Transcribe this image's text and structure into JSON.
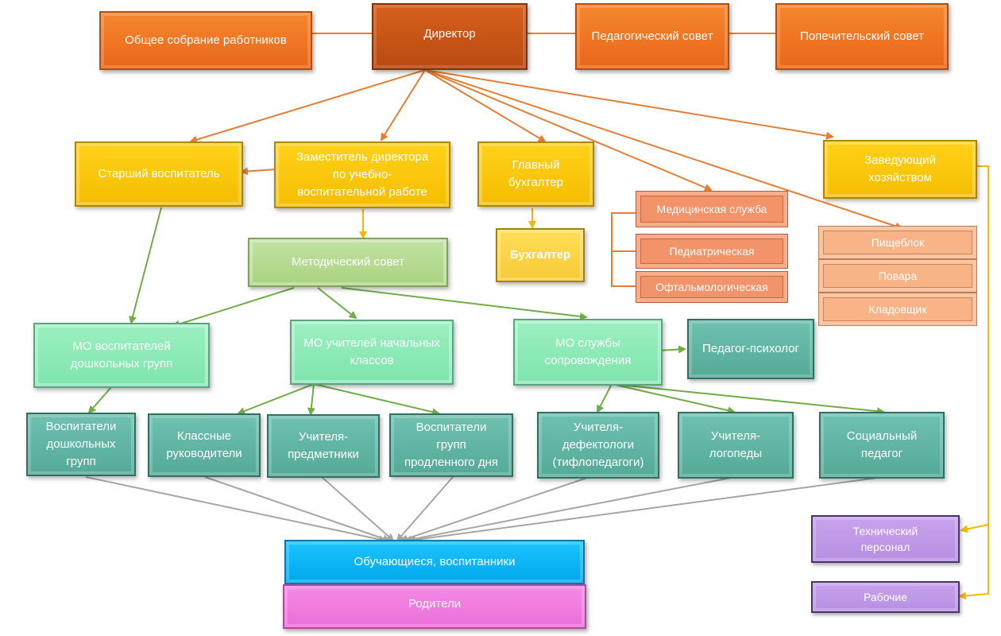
{
  "top": {
    "general_meeting": "Общее собрание работников",
    "director": "Директор",
    "pedagogical_council": "Педагогический совет",
    "board_of_trustees": "Попечительский совет"
  },
  "management": {
    "senior_educator": "Старший воспитатель",
    "deputy_director": [
      "Заместитель директора",
      "по учебно-",
      "воспитательной работе"
    ],
    "chief_accountant": [
      "Главный",
      "бухгалтер"
    ],
    "accountant": "Бухгалтер",
    "supply_manager": [
      "Заведующий",
      "хозяйством"
    ]
  },
  "medical": {
    "medical_service": "Медицинская служба",
    "pediatric": "Педиатрическая",
    "ophthalmologic": "Офтальмологическая"
  },
  "catering": {
    "canteen": "Пищеблок",
    "cooks": "Повара",
    "storekeeper": "Кладовщик"
  },
  "methodical_council": "Методический совет",
  "mo": {
    "preschool": [
      "МО воспитателей",
      "дошкольных групп"
    ],
    "primary": [
      "МО учителей начальных",
      "классов"
    ],
    "support": [
      "МО службы",
      "сопровождения"
    ],
    "psychologist": "Педагог-психолог"
  },
  "staff": {
    "preschool_educators": [
      "Воспитатели",
      "дошкольных",
      "групп"
    ],
    "class_teachers": [
      "Классные",
      "руководители"
    ],
    "subject_teachers": [
      "Учителя-",
      "предметники"
    ],
    "extended_day": [
      "Воспитатели",
      "групп",
      "продленного дня"
    ],
    "defectologists": [
      "Учителя-",
      "дефектологи",
      "(тифлопедагоги)"
    ],
    "speech_therapists": [
      "Учителя-",
      "логопеды"
    ],
    "social_pedagogue": [
      "Социальный",
      "педагог"
    ]
  },
  "service": {
    "technical_staff": [
      "Технический",
      "персонал"
    ],
    "workers": "Рабочие"
  },
  "bottom": {
    "students": "Обучающиеся, воспитанники",
    "parents": "Родители"
  },
  "colors": {
    "orange_arrow": "#e57e34",
    "green_arrow": "#70ad47",
    "yellow_arrow": "#f5b800",
    "gray_arrow": "#a6a6a6"
  }
}
